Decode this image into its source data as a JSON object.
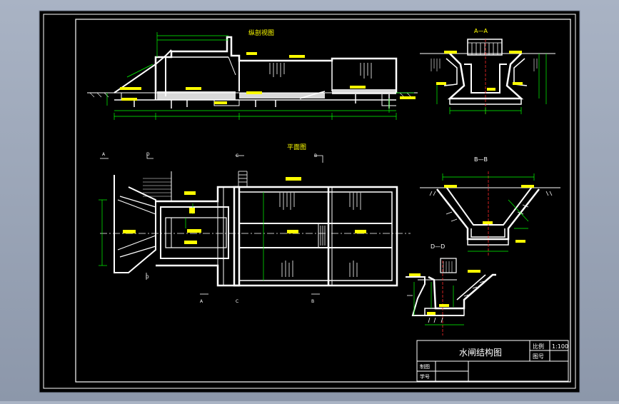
{
  "drawing": {
    "colors": {
      "background": "#000000",
      "line": "#ffffff",
      "dimension": "#00ff00",
      "centerline": "#ff2a2a",
      "label": "#ffff00",
      "frame_outer": "#9aa3b4"
    },
    "views": {
      "longitudinal": "纵剖视图",
      "plan": "平面图",
      "section_aa": "A—A",
      "section_bb": "B—B",
      "section_dd": "D—D"
    },
    "section_marks": {
      "a": "A",
      "b": "B",
      "c": "C",
      "d": "D"
    },
    "title_block": {
      "drawing_title": "水闸结构图",
      "scale_label": "比例",
      "scale_value": "1:100",
      "sheet_label": "图号",
      "drawn_by_label": "制图",
      "student_id_label": "学号"
    }
  }
}
